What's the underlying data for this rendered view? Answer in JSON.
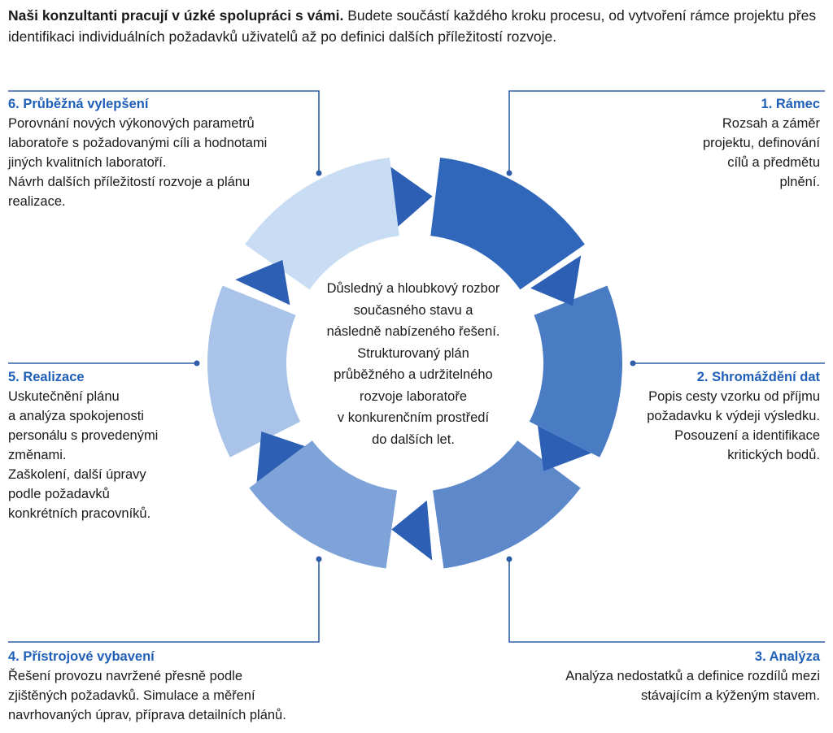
{
  "intro": {
    "bold": "Naši konzultanti pracují v úzké spolupráci s vámi.",
    "rest": " Budete součástí každého kroku procesu, od vytvoření rámce projektu přes identifikaci individuálních požadavků uživatelů až po definici dalších příležitostí rozvoje."
  },
  "center_text": "Důsledný a hloubkový rozbor\nsoučasného stavu a\nnásledně nabízeného řešení.\nStrukturovaný plán\nprůběžného a udržitelného\nrozvoje laboratoře\nv konkurenčním prostředí\ndo dalších let.",
  "steps": [
    {
      "title": "1. Rámec",
      "body": "Rozsah a záměr\nprojektu, definování\ncílů a předmětu\nplnění."
    },
    {
      "title": "2. Shromáždění dat",
      "body": "Popis cesty vzorku od příjmu\npožadavku k výdeji výsledku.\nPosouzení a identifikace\nkritických bodů."
    },
    {
      "title": "3. Analýza",
      "body": "Analýza nedostatků a definice rozdílů mezi\nstávajícím a kýženým stavem."
    },
    {
      "title": "4. Přístrojové vybavení",
      "body": "Řešení provozu navržené přesně podle\nzjištěných požadavků. Simulace a měření\nnavrhovaných úprav, příprava detailních plánů."
    },
    {
      "title": "5. Realizace",
      "body": "Uskutečnění plánu\na analýza spokojenosti\npersonálu s provedenými\nzměnami.\nZaškolení, další úpravy\npodle požadavků\nkonkrétních pracovníků."
    },
    {
      "title": "6. Průběžná vylepšení",
      "body": "Porovnání nových výkonových parametrů\nlaboratoře s požadovanými cíli a hodnotami\njiných kvalitních laboratoří.\nNávrh dalších příležitostí rozvoje a plánu\nrealizace."
    }
  ],
  "colors": {
    "title": "#1f5fb8",
    "line": "#2e5ea8",
    "seg1": "#3167bb",
    "seg2": "#4a7cc4",
    "seg3": "#5d89cb",
    "seg4": "#7ea3d8",
    "seg5": "#a9c4e8",
    "seg6": "#c8dcf3",
    "arrow": "#2d60b5"
  }
}
